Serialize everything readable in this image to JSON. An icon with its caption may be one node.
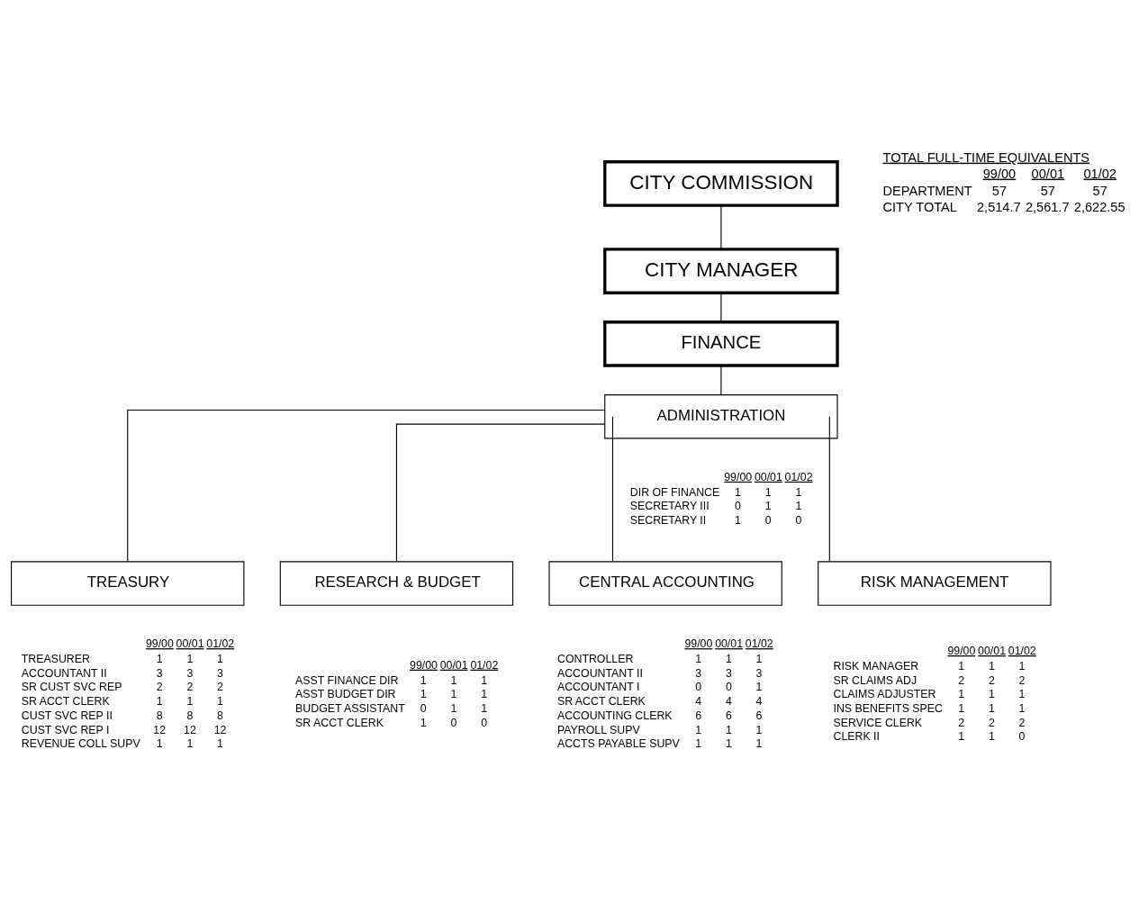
{
  "diagram": {
    "nodes": [
      {
        "text": [
          "CITY COMMISSION"
        ]
      },
      {
        "text": [
          "CITY MANAGER"
        ]
      },
      {
        "text": [
          "FINANCE"
        ]
      },
      {
        "text": [
          "ADMINISTRATION"
        ],
        "beside": [
          "99/00",
          "00/01",
          "01/02",
          "DIR OF FINANCE",
          "1",
          "1",
          "1",
          "SECRETARY III",
          "0",
          "1",
          "1",
          "SECRETARY II",
          "1",
          "0",
          "0"
        ]
      },
      {
        "text": [
          "TREASURY"
        ],
        "beside": [
          "99/00",
          "00/01",
          "01/02",
          "TREASURER",
          "1",
          "1",
          "1",
          "ACCOUNTANT II",
          "3",
          "3",
          "3",
          "SR CUST SVC REP",
          "2",
          "2",
          "2",
          "SR ACCT CLERK",
          "1",
          "1",
          "1",
          "CUST SVC REP II",
          "8",
          "8",
          "8",
          "CUST SVC REP I",
          "12",
          "12",
          "12",
          "REVENUE COLL SUPV",
          "1",
          "1",
          "1"
        ]
      },
      {
        "text": [
          "CENTRAL ACCOUNTING"
        ],
        "beside": [
          "99/00",
          "00/01",
          "01/02",
          "CONTROLLER",
          "1",
          "1",
          "1",
          "ACCOUNTANT II",
          "3",
          "3",
          "3",
          "ACCOUNTANT I",
          "0",
          "0",
          "1",
          "SR ACCT CLERK",
          "4",
          "4",
          "4",
          "ACCOUNTING CLERK",
          "6",
          "6",
          "6",
          "PAYROLL SUPV",
          "1",
          "1",
          "1",
          "ACCTS PAYABLE SUPV",
          "1",
          "1",
          "1"
        ]
      },
      {
        "text": [
          "RISK MANAGEMENT"
        ],
        "beside": [
          "99/00",
          "00/01",
          "01/02",
          "RISK MANAGER",
          "1",
          "1",
          "1",
          "SR CLAIMS ADJ",
          "2",
          "2",
          "2",
          "CLAIMS ADJUSTER",
          "1",
          "1",
          "1",
          "INS BENEFITS SPEC",
          "1",
          "1",
          "1",
          "SERVICE CLERK",
          "2",
          "2",
          "2",
          "CLERK II",
          "1",
          "1",
          "0"
        ]
      },
      {
        "text": [
          "RESEARCH & BUDGET"
        ],
        "beside": [
          "99/00",
          "00/01",
          "01/02",
          "ASST FINANCE DIR",
          "1",
          "1",
          "1",
          "ASST BUDGET DIR",
          "1",
          "1",
          "1",
          "BUDGET ASSISTANT",
          "0",
          "1",
          "1",
          "SR ACCT CLERK",
          "1",
          "0",
          "0"
        ]
      }
    ],
    "edges": [
      {
        "from": 0,
        "to": 1,
        "arrow": "none"
      },
      {
        "from": 1,
        "to": 2,
        "arrow": "none"
      },
      {
        "from": 2,
        "to": 3,
        "arrow": "none"
      },
      {
        "from": 3,
        "to": 4,
        "arrow": "none"
      },
      {
        "from": 3,
        "to": 5,
        "arrow": "none"
      },
      {
        "from": 3,
        "to": 6,
        "arrow": "none"
      },
      {
        "from": 3,
        "to": 7,
        "arrow": "none"
      }
    ],
    "labels": [
      "TOTAL FULL-TIME EQUIVALENTS",
      "99/00",
      "00/01",
      "01/02",
      "DEPARTMENT",
      "57",
      "57",
      "57",
      "CITY TOTAL",
      "2,514.7",
      "2,561.7",
      "2,622.55"
    ]
  }
}
